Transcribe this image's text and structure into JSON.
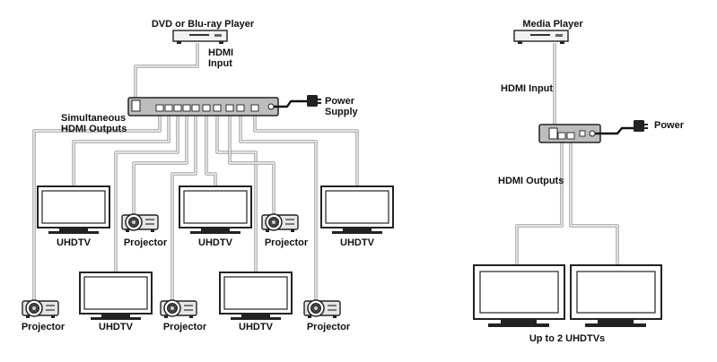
{
  "left": {
    "source_label": "DVD or Blu-ray Player",
    "input_label_line1": "HDMI",
    "input_label_line2": "Input",
    "power_label_line1": "Power",
    "power_label_line2": "Supply",
    "outputs_label_line1": "Simultaneous",
    "outputs_label_line2": "HDMI Outputs",
    "displays": [
      "UHDTV",
      "Projector",
      "UHDTV",
      "Projector",
      "UHDTV",
      "Projector",
      "UHDTV",
      "Projector",
      "UHDTV",
      "Projector"
    ]
  },
  "right": {
    "source_label": "Media Player",
    "input_label": "HDMI Input",
    "power_label": "Power",
    "outputs_label": "HDMI Outputs",
    "displays_label": "Up to 2 UHDTVs"
  }
}
